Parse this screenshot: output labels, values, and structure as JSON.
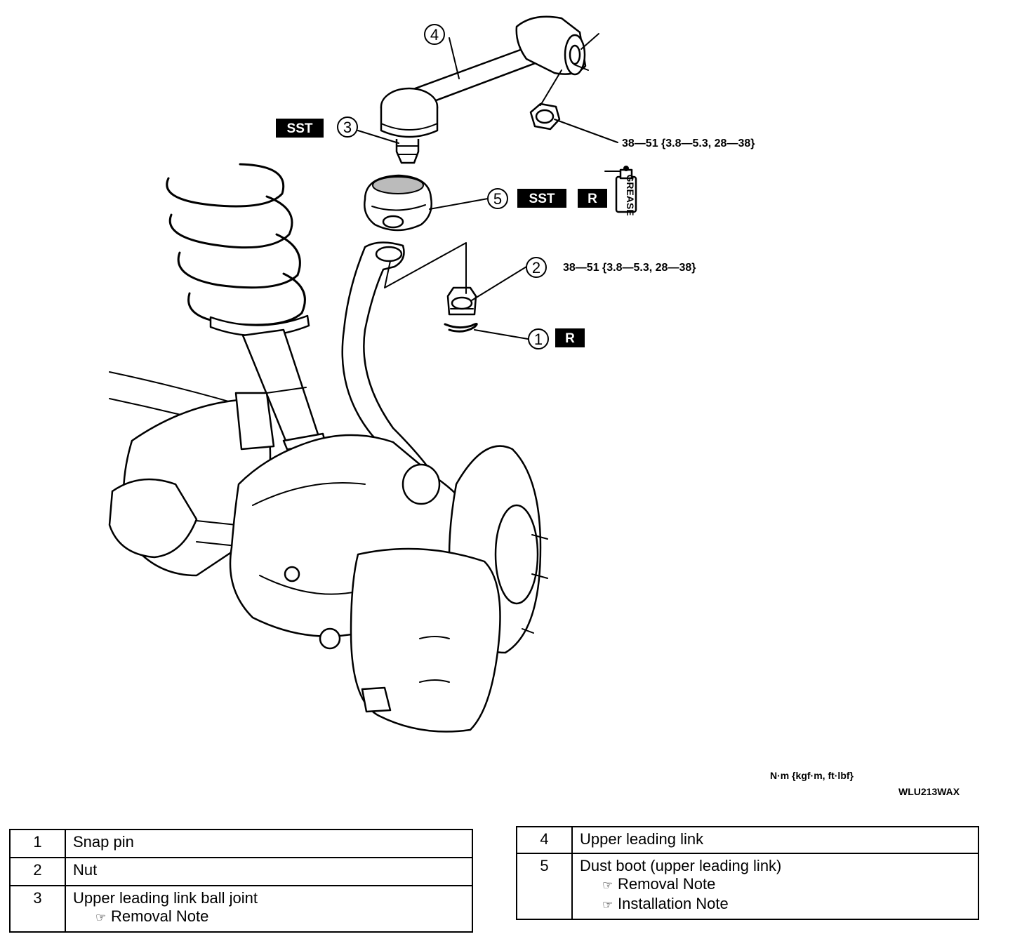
{
  "callouts": [
    {
      "num": "1",
      "tag": "R"
    },
    {
      "num": "2",
      "torque": "38—51 {3.8—5.3, 28—38}"
    },
    {
      "num": "3",
      "tag": "SST"
    },
    {
      "num": "4"
    },
    {
      "num": "5",
      "tags": [
        "SST",
        "R"
      ]
    }
  ],
  "top_torque": "38—51 {3.8—5.3, 28—38}",
  "grease_label": "GREASE",
  "units_label": "N·m {kgf·m, ft·lbf}",
  "figure_code": "WLU213WAX",
  "note_icon": "pointing-hand-icon",
  "parts_left": [
    {
      "num": "1",
      "name": "Snap pin",
      "notes": []
    },
    {
      "num": "2",
      "name": "Nut",
      "notes": []
    },
    {
      "num": "3",
      "name": "Upper leading link ball joint",
      "notes": [
        "Removal Note"
      ]
    }
  ],
  "parts_right": [
    {
      "num": "4",
      "name": "Upper leading link",
      "notes": []
    },
    {
      "num": "5",
      "name": "Dust boot (upper leading link)",
      "notes": [
        "Removal Note",
        "Installation Note"
      ]
    }
  ]
}
